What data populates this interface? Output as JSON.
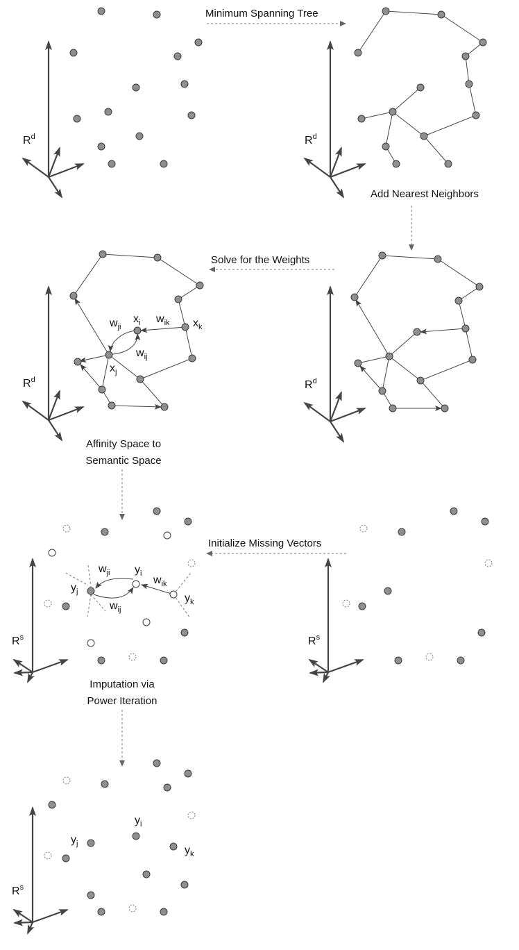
{
  "captions": {
    "mst": "Minimum Spanning Tree",
    "add_nn": "Add Nearest Neighbors",
    "solve": "Solve for the Weights",
    "affinity_line1": "Affinity Space to",
    "affinity_line2": "Semantic Space",
    "init": "Initialize Missing Vectors",
    "impute_line1": "Imputation via",
    "impute_line2": "Power Iteration"
  },
  "space_labels": {
    "rd_base": "R",
    "rd_sup": "d",
    "rs_base": "R",
    "rs_sup": "s"
  },
  "symbols": {
    "x": "x",
    "y": "y",
    "w": "w",
    "i": "i",
    "j": "j",
    "k": "k",
    "ji": "ji",
    "ij": "ij",
    "ik": "ik"
  },
  "colors": {
    "node_fill": "#8f8f8f",
    "node_stroke": "#3a3a3a",
    "edge": "#444444",
    "axis": "#444444",
    "dashed": "#777777"
  }
}
